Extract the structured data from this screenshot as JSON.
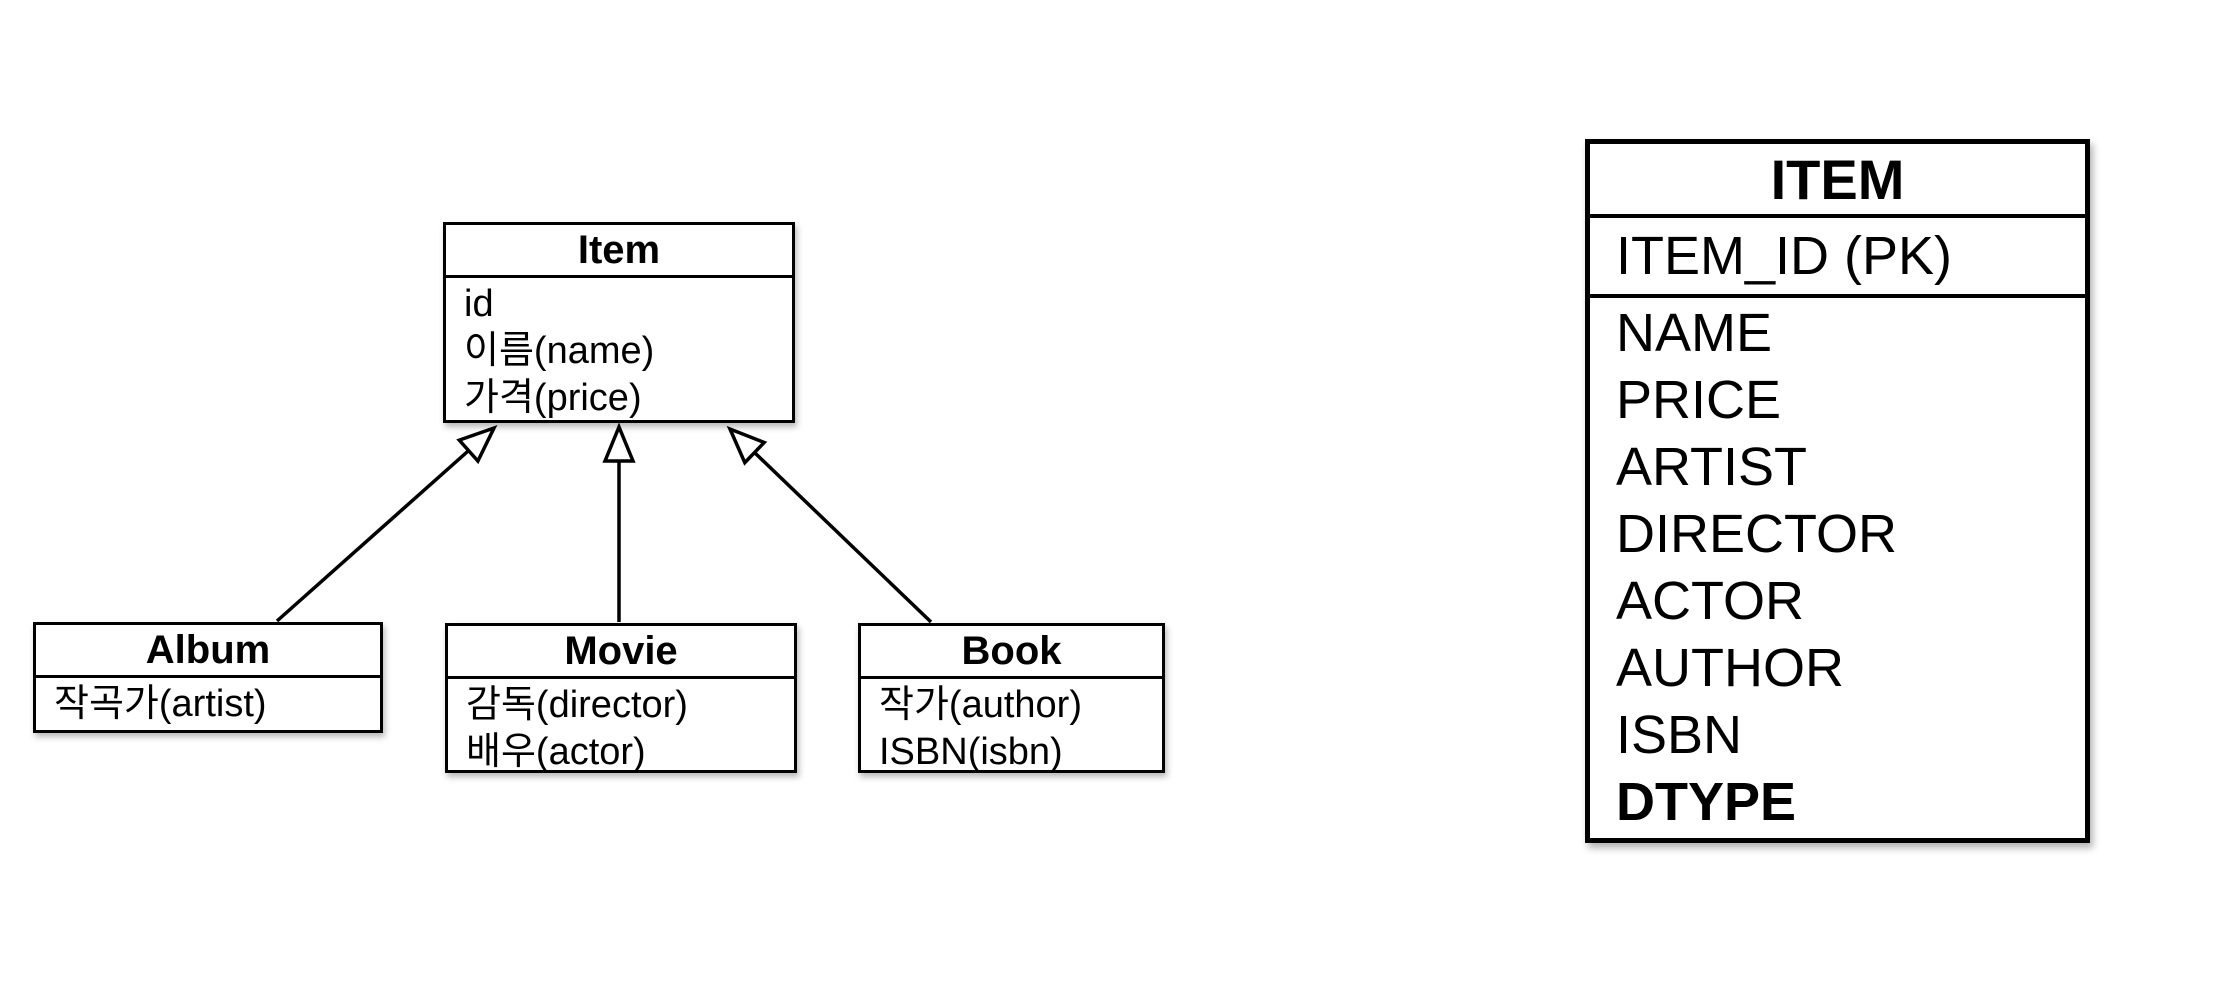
{
  "uml": {
    "relationship": "generalization",
    "classes": [
      {
        "name": "Item",
        "fields": [
          "id",
          "이름(name)",
          "가격(price)"
        ]
      },
      {
        "name": "Album",
        "fields": [
          "작곡가(artist)"
        ]
      },
      {
        "name": "Movie",
        "fields": [
          "감독(director)",
          "배우(actor)"
        ]
      },
      {
        "name": "Book",
        "fields": [
          "작가(author)",
          "ISBN(isbn)"
        ]
      }
    ]
  },
  "table": {
    "title": "ITEM",
    "pk_row": "ITEM_ID (PK)",
    "columns": [
      "NAME",
      "PRICE",
      "ARTIST",
      "DIRECTOR",
      "ACTOR",
      "AUTHOR",
      "ISBN",
      "DTYPE"
    ]
  },
  "colors": {
    "line": "#000000",
    "box_background": "#ffffff",
    "text": "#000000"
  }
}
